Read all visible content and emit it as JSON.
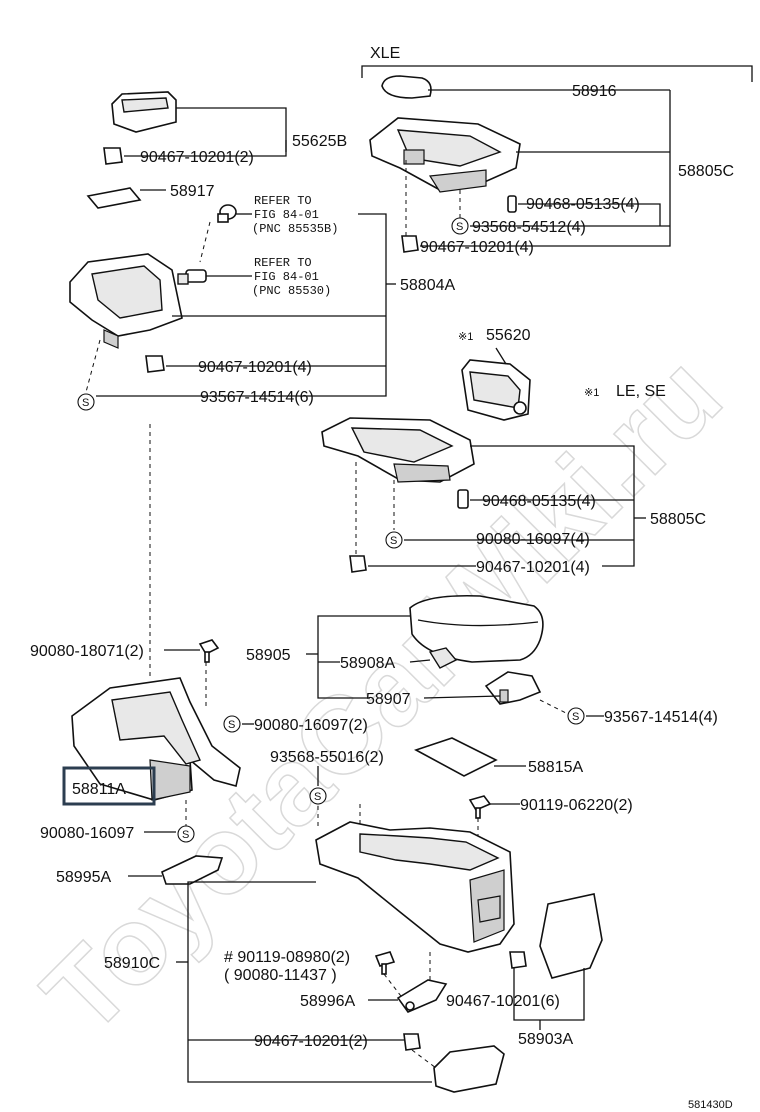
{
  "header": {
    "variant_label": "XLE"
  },
  "notes": {
    "note1_marker": "※1",
    "note1_text": "LE, SE"
  },
  "screw_symbol": "S",
  "labels": {
    "p58916": "58916",
    "p55625B": "55625B",
    "p90467_10201_2_top": "90467-10201(2)",
    "p58805C_top": "58805C",
    "p90468_05135_4_top": "90468-05135(4)",
    "p93568_54512_4": "93568-54512(4)",
    "p90467_10201_4_top": "90467-10201(4)",
    "p58917": "58917",
    "refer1_line1": "REFER TO",
    "refer1_line2": "FIG 84-01",
    "refer1_line3": "(PNC 85535B)",
    "refer2_line1": "REFER TO",
    "refer2_line2": "FIG 84-01",
    "refer2_line3": "(PNC 85530)",
    "p58804A": "58804A",
    "p90467_10201_4_mid": "90467-10201(4)",
    "p93567_14514_6": "93567-14514(6)",
    "p55620": "55620",
    "p90468_05135_4_mid": "90468-05135(4)",
    "p58805C_mid": "58805C",
    "p90080_16097_4": "90080-16097(4)",
    "p90467_10201_4_low": "90467-10201(4)",
    "p90080_18071_2": "90080-18071(2)",
    "p58905": "58905",
    "p58908A": "58908A",
    "p58907": "58907",
    "p93567_14514_4": "93567-14514(4)",
    "p90080_16097_2": "90080-16097(2)",
    "p58811A": "58811A",
    "p93568_55016_2": "93568-55016(2)",
    "p58815A": "58815A",
    "p90119_06220_2": "90119-06220(2)",
    "p90080_16097": "90080-16097",
    "p58995A": "58995A",
    "p58910C": "58910C",
    "p90119_08980_2": "# 90119-08980(2)",
    "p90080_11437": "( 90080-11437  )",
    "p58996A": "58996A",
    "p90467_10201_6": "90467-10201(6)",
    "p58903A": "58903A",
    "p90467_10201_2_bot": "90467-10201(2)",
    "diagram_code": "581430D"
  },
  "watermark": "ToyotaCarWiki.ru",
  "colors": {
    "line": "#111111",
    "highlight_box": "#2c3e50",
    "watermark": "#d9d9d9"
  }
}
